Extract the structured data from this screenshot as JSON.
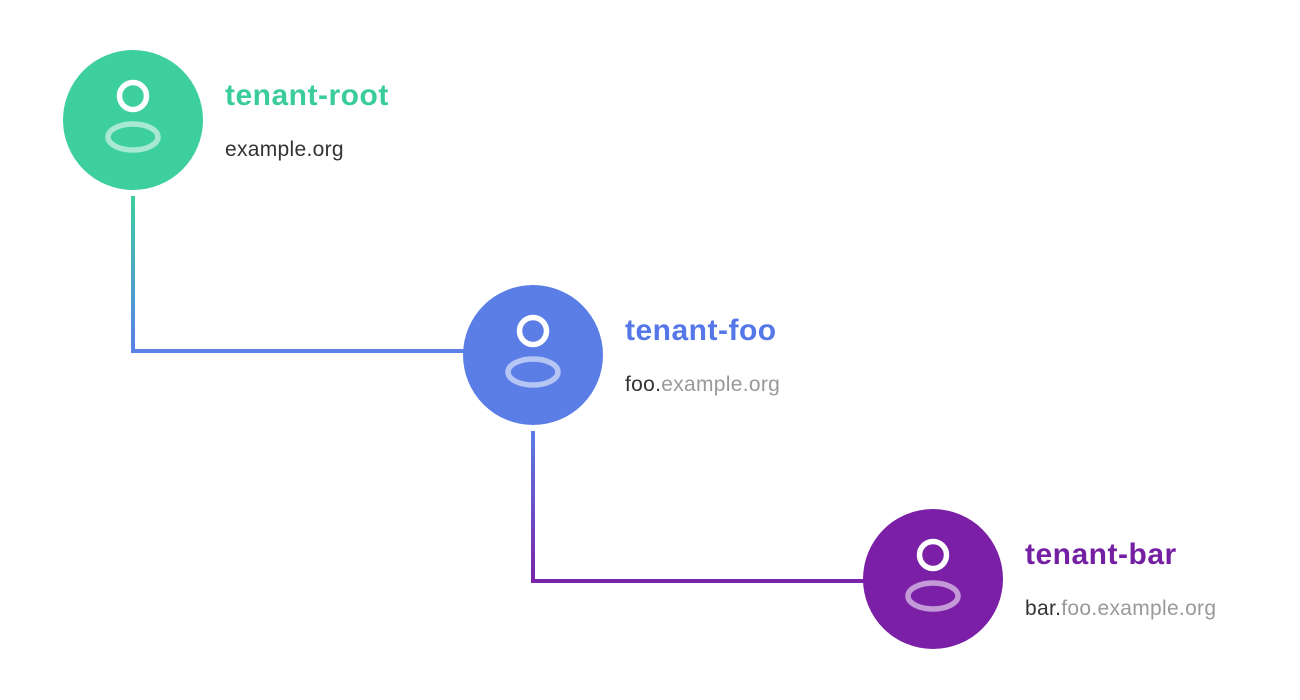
{
  "diagram": {
    "background_color": "#ffffff",
    "text_dark_color": "#333333",
    "text_muted_color": "#999999",
    "nodes": [
      {
        "name": "tenant-root",
        "domain_strong": "example.org",
        "domain_muted": "",
        "circle_color": "#3ecf9f",
        "title_color": "#3bcd99",
        "icon": "user-icon"
      },
      {
        "name": "tenant-foo",
        "domain_strong": "foo.",
        "domain_muted": "example.org",
        "circle_color": "#5b7ee6",
        "title_color": "#5577e8",
        "icon": "user-icon"
      },
      {
        "name": "tenant-bar",
        "domain_strong": "bar.",
        "domain_muted": "foo.example.org",
        "circle_color": "#7a1fa6",
        "title_color": "#7520a3",
        "icon": "user-icon"
      }
    ],
    "connectors": [
      {
        "from": "tenant-root",
        "to": "tenant-foo",
        "from_color": "#3ecf9f",
        "to_color": "#5b80e8"
      },
      {
        "from": "tenant-foo",
        "to": "tenant-bar",
        "from_color": "#5b7ee6",
        "to_color": "#7b24aa"
      }
    ]
  }
}
